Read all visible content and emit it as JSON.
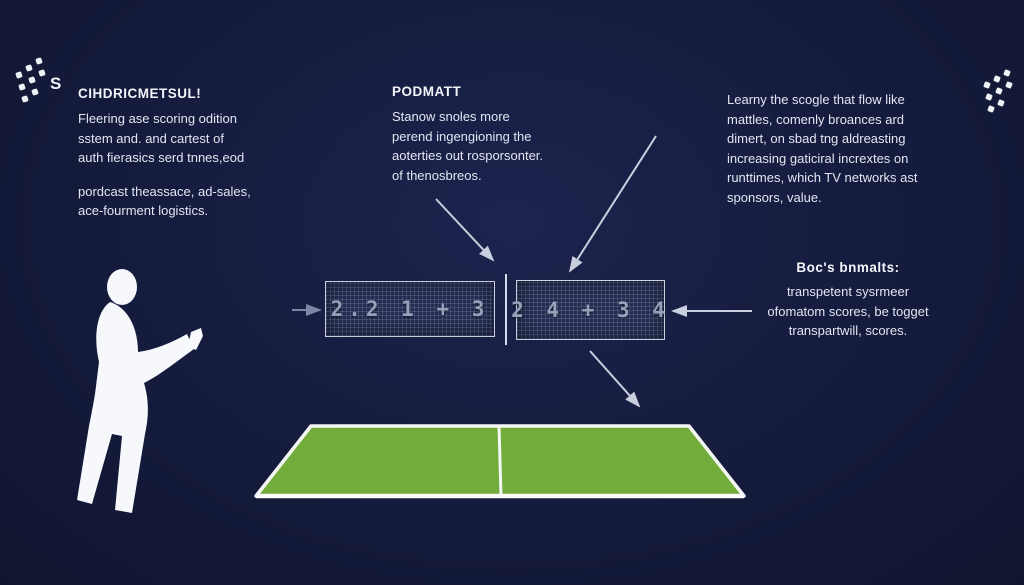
{
  "colors": {
    "background": "#141a3a",
    "court_green": "#72ad3c",
    "line_white": "#f4f6f4",
    "text": "#e2e6f2",
    "arrow": "#c9cfdf",
    "scoreboard_digits": "#98a1bc"
  },
  "decor": {
    "top_left_glyph": "S"
  },
  "blocks": {
    "left": {
      "title": "CIHDRICMETSUL!",
      "para1": "Fleering ase scoring odition\nsstem and. and cartest of\nauth fierasics serd tnnes,eod",
      "para2": "pordcast theassace, ad-sales,\nace-fourment logistics."
    },
    "middle": {
      "title": "PODMATT",
      "para": "Stanow snoles more\nperend ingengioning the\naoterties out rosporsonter.\nof thenosbreos."
    },
    "right": {
      "para": "Learny the scogle that flow like\nmattles, comenly broances ard\ndimert, on sbad tng aldreasting\nincreasing gaticiral incrextes on\nrunttimes, which TV networks ast\nsponsors, value."
    },
    "right_lower": {
      "title": "Boc's bnmalts:",
      "para": "transpetent sysrmeer\nofomatom scores, be togget\ntranspartwill, scores."
    }
  },
  "scoreboards": {
    "left_value": "2.2 1 + 3",
    "right_value": "2 4 + 3 4"
  }
}
